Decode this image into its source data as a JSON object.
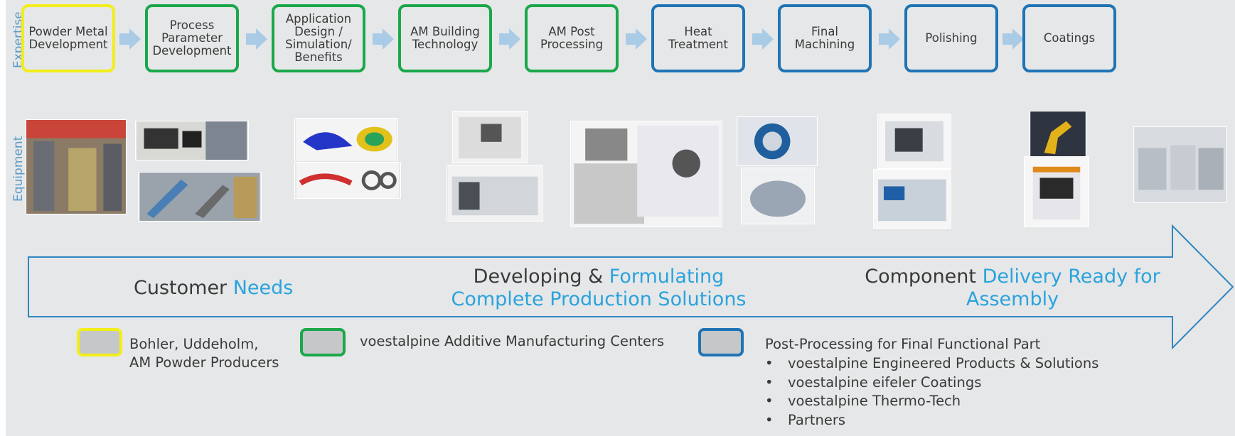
{
  "labels": {
    "expertise": "Expertise",
    "equipment": "Equipment"
  },
  "steps": [
    {
      "text": "Powder Metal Development",
      "color": "yellow"
    },
    {
      "text": "Process Parameter Development",
      "color": "green"
    },
    {
      "text": "Application Design / Simulation/ Benefits",
      "color": "green"
    },
    {
      "text": "AM Building Technology",
      "color": "green"
    },
    {
      "text": "AM Post Processing",
      "color": "green"
    },
    {
      "text": "Heat Treatment",
      "color": "blue"
    },
    {
      "text": "Final Machining",
      "color": "blue"
    },
    {
      "text": "Polishing",
      "color": "blue"
    },
    {
      "text": "Coatings",
      "color": "blue"
    }
  ],
  "flow": {
    "customer": "Customer ",
    "customer_hl": "Needs",
    "developing": "Developing & ",
    "developing_hl": "Formulating",
    "developing_hl2": "Complete Production Solutions",
    "component": "Component ",
    "component_hl": "Delivery Ready for",
    "component_hl2": "Assembly"
  },
  "legend": {
    "yellow_line1": "Bohler, Uddeholm,",
    "yellow_line2": "AM Powder Producers",
    "green": "voestalpine Additive Manufacturing Centers",
    "blue_title": "Post-Processing for Final Functional Part",
    "blue_items": [
      "voestalpine Engineered Products & Solutions",
      "voestalpine eifeler Coatings",
      "voestalpine Thermo-Tech",
      "Partners"
    ]
  },
  "colors": {
    "yellow": "#f2ee1a",
    "green": "#1aa84a",
    "blue": "#1f74b5",
    "highlight": "#2aa3dd",
    "label": "#5b9bc9"
  }
}
